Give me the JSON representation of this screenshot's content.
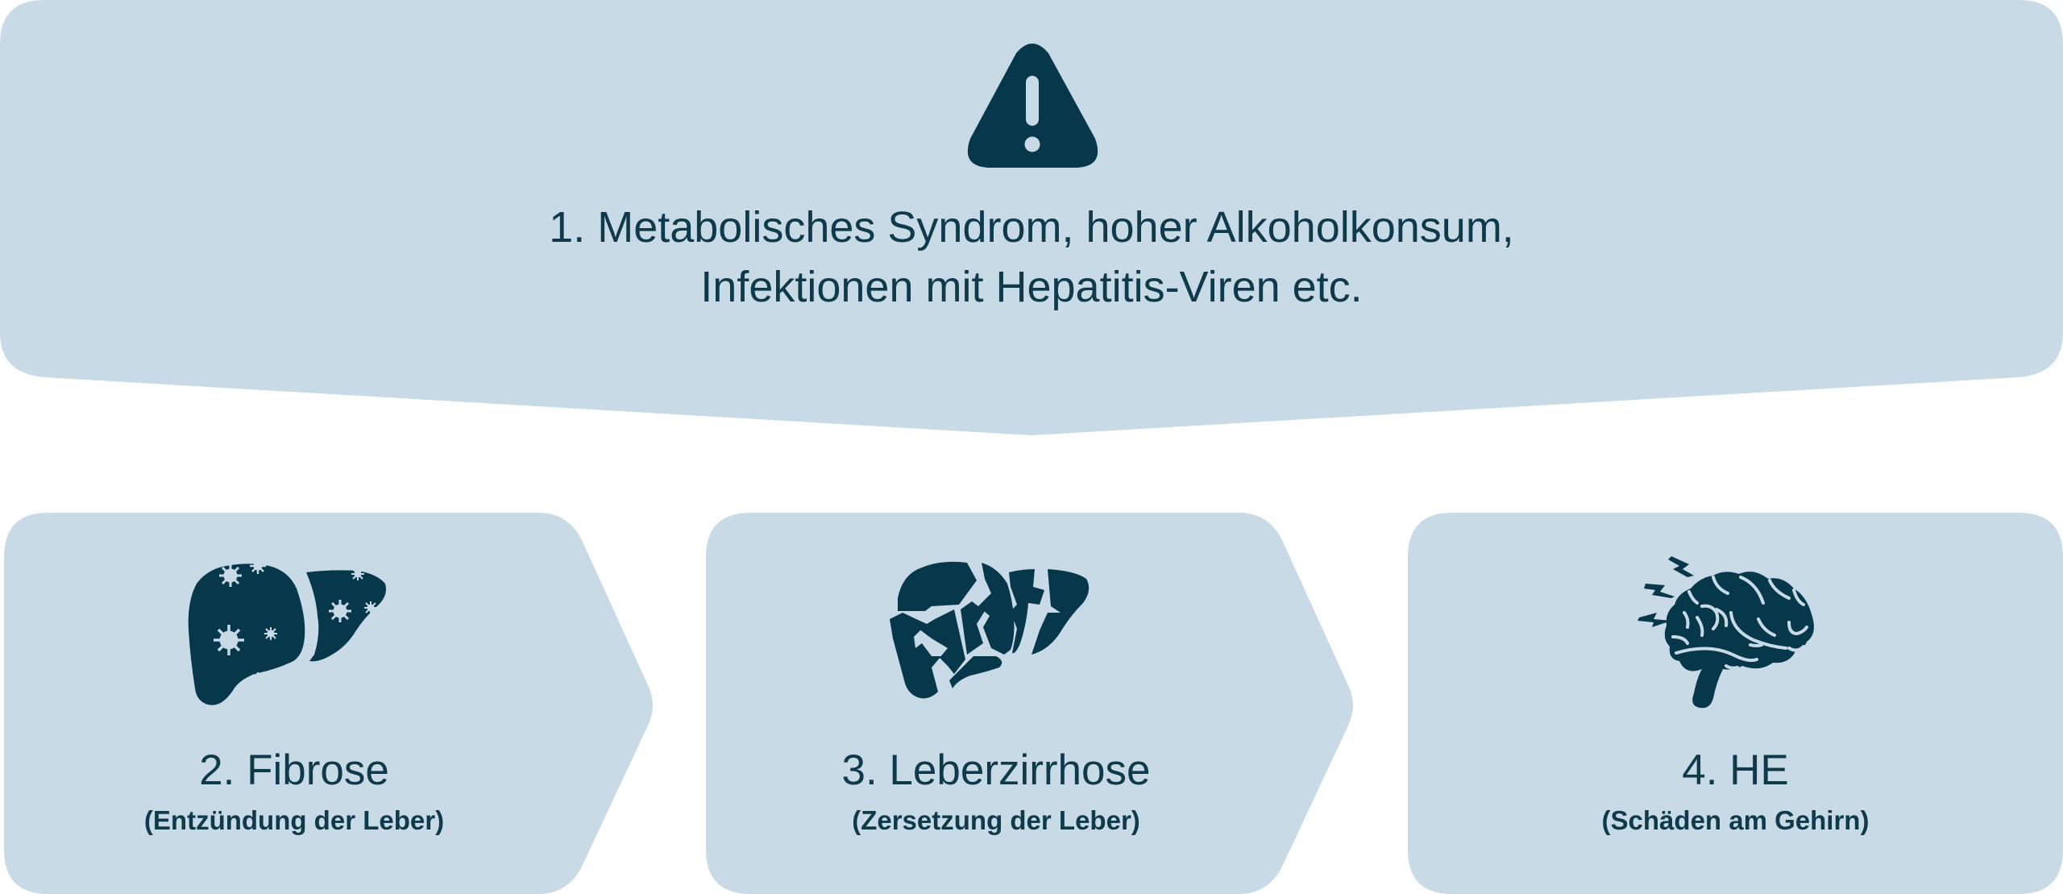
{
  "colors": {
    "panel": "#c8dae5",
    "ink": "#0e3a4c",
    "icon": "#06374a",
    "virus": "#c8dae5"
  },
  "top": {
    "icon": "warning-triangle-icon",
    "line1": "1. Metabolisches Syndrom, hoher Alkoholkonsum,",
    "line2": "Infektionen mit Hepatitis-Viren etc."
  },
  "steps": [
    {
      "icon": "liver-with-virus-icon",
      "title": "2. Fibrose",
      "subtitle": "(Entzündung der Leber)"
    },
    {
      "icon": "cracked-liver-icon",
      "title": "3. Leberzirrhose",
      "subtitle": "(Zersetzung der Leber)"
    },
    {
      "icon": "brain-damage-icon",
      "title": "4. HE",
      "subtitle": "(Schäden am Gehirn)"
    }
  ]
}
